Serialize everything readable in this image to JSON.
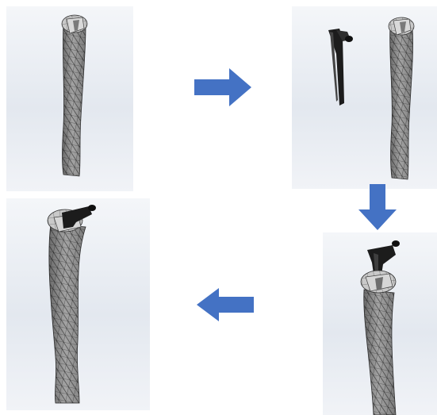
{
  "colors": {
    "arrow": "#4472c4",
    "bone_fill": "#9a9a9a",
    "bone_mesh": "#2b2b2b",
    "implant": "#1c1c1c",
    "background": "#e7ebf1"
  },
  "steps": [
    {
      "name": "humerus-bone"
    },
    {
      "name": "implant-beside-bone"
    },
    {
      "name": "implant-insertion"
    },
    {
      "name": "implant-seated"
    }
  ],
  "arrows": [
    {
      "direction": "right"
    },
    {
      "direction": "down"
    },
    {
      "direction": "left"
    }
  ]
}
